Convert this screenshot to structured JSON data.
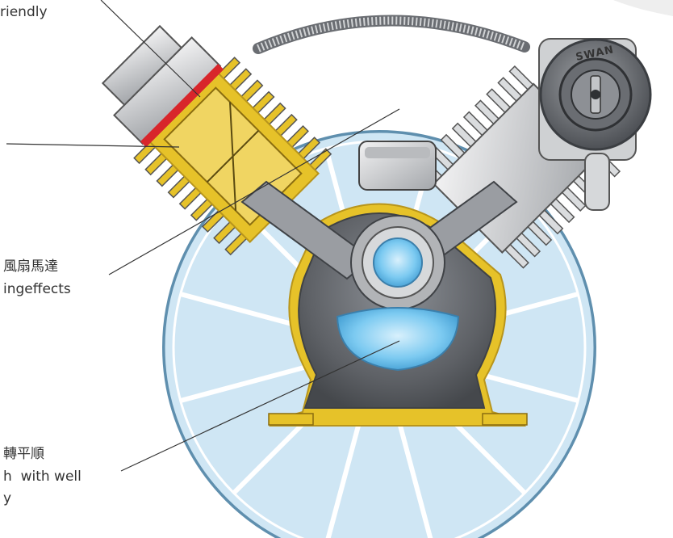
{
  "labels": {
    "top": "riendly",
    "middle": {
      "cn": "風扇馬達",
      "en": "ingeffects"
    },
    "bottom": {
      "cn": "轉平順",
      "en": "h  with well",
      "line3": "y"
    }
  },
  "brand": "SWAN",
  "colors": {
    "fan": "#cfe6f4",
    "fan_stroke": "#5f8fae",
    "body_dark": "#5e6166",
    "body_mid": "#a3a6aa",
    "body_light": "#d9dadc",
    "cutaway": "#e6c229",
    "cutaway_dark": "#b8951c",
    "seal": "#d8262b",
    "bearing": "#4fb3e8",
    "leader": "#333333"
  }
}
